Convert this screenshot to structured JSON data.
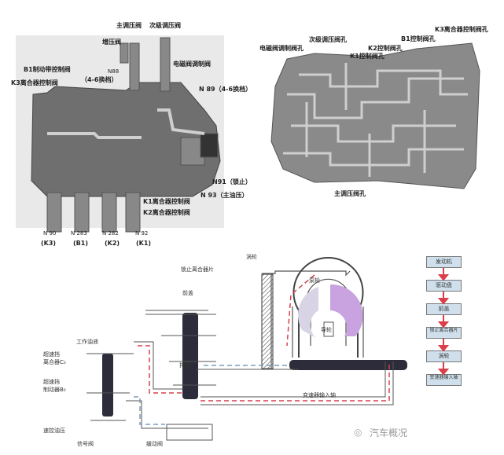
{
  "photo_left": {
    "labels": {
      "main_regulator": "主调压阀",
      "secondary_regulator": "次级调压阀",
      "booster": "增压阀",
      "solenoid_modulator": "电磁阀调制阀",
      "b1_band": "B1制动带控制阀",
      "k3_clutch": "K3离合器控制阀",
      "n88": "N88",
      "n88_note": "（4-6换档）",
      "n89": "N 89（4-6换档）",
      "n91": "N91（锁止）",
      "n93": "N 93（主油压）",
      "k1_clutch": "K1离合器控制阀",
      "k2_clutch": "K2离合器控制阀"
    },
    "solenoids": [
      {
        "id": "N 90",
        "sub": "(K3)"
      },
      {
        "id": "N 283",
        "sub": "(B1)"
      },
      {
        "id": "N 282",
        "sub": "(K2)"
      },
      {
        "id": "N 92",
        "sub": "(K1)"
      }
    ]
  },
  "photo_right": {
    "labels": {
      "k3_hole": "K3离合器控制阀孔",
      "b1_hole": "B1控制阀孔",
      "secondary_hole": "次级调压阀孔",
      "k2_hole": "K2控制阀孔",
      "solenoid_hole": "电磁阀调制阀孔",
      "k1_hole": "K1控制阀孔",
      "main_hole": "主调压阀孔"
    }
  },
  "diagram": {
    "labels": {
      "turbine": "涡轮",
      "lockup_plate": "锁止离合器片",
      "pump": "泵轮",
      "front_cover": "前盖",
      "stator": "导轮",
      "working_fluid": "工作油液",
      "od_clutch_1": "超速挡",
      "od_clutch_2": "离合器C₀",
      "drain": "排出",
      "od_brake_1": "超速挡",
      "od_brake_2": "制动器B₀",
      "input_shaft": "变速器输入轴",
      "governor": "速控油压",
      "signal_valve": "信号阀",
      "relay_valve": "缓动阀"
    },
    "flow": [
      "发动机",
      "驱动盘",
      "前盖",
      "锁止离合器片",
      "涡轮",
      "变速器输入轴"
    ],
    "colors": {
      "pressure": "#d9404a",
      "drain": "#7a9cc0",
      "pump": "#c9a3e0",
      "turbine": "#d8d4e6"
    }
  },
  "watermark": "汽车概况"
}
